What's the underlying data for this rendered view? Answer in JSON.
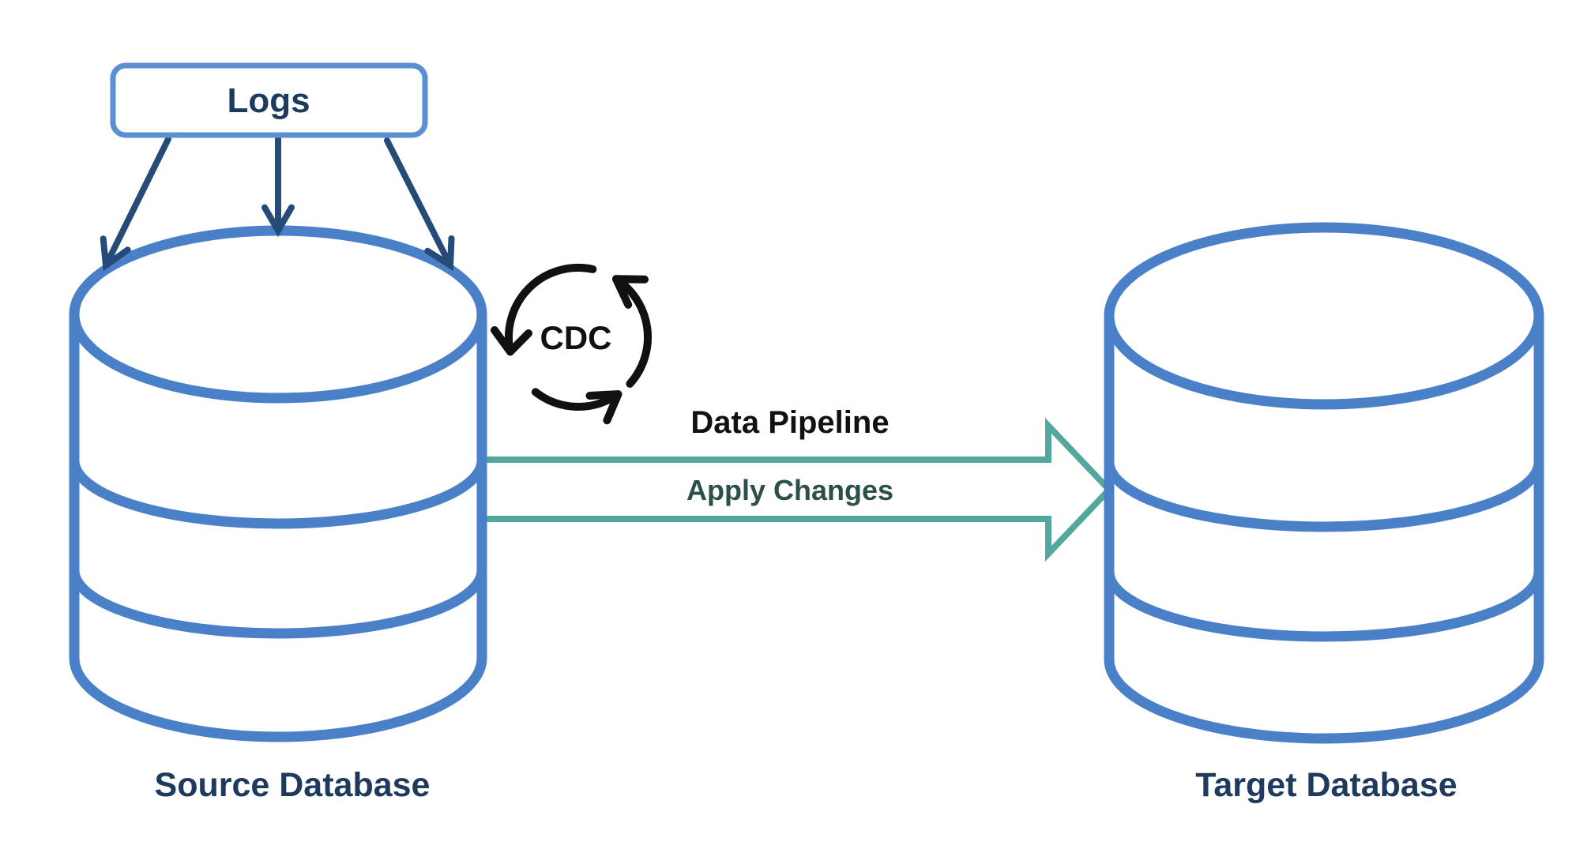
{
  "diagram": {
    "logs_box": {
      "label": "Logs"
    },
    "source_database": {
      "label": "Source Database"
    },
    "target_database": {
      "label": "Target Database"
    },
    "cdc": {
      "label": "CDC"
    },
    "pipeline_arrow": {
      "title": "Data Pipeline",
      "label": "Apply Changes"
    },
    "colors": {
      "cylinder_blue": "#4a80c8",
      "logs_box_border": "#5b8fd4",
      "navy_text": "#1e3a5c",
      "connector_arrow": "#254b78",
      "pipeline_teal": "#54a79e",
      "apply_changes_text": "#2c4f49",
      "cdc_black": "#111111",
      "background": "#ffffff"
    }
  }
}
